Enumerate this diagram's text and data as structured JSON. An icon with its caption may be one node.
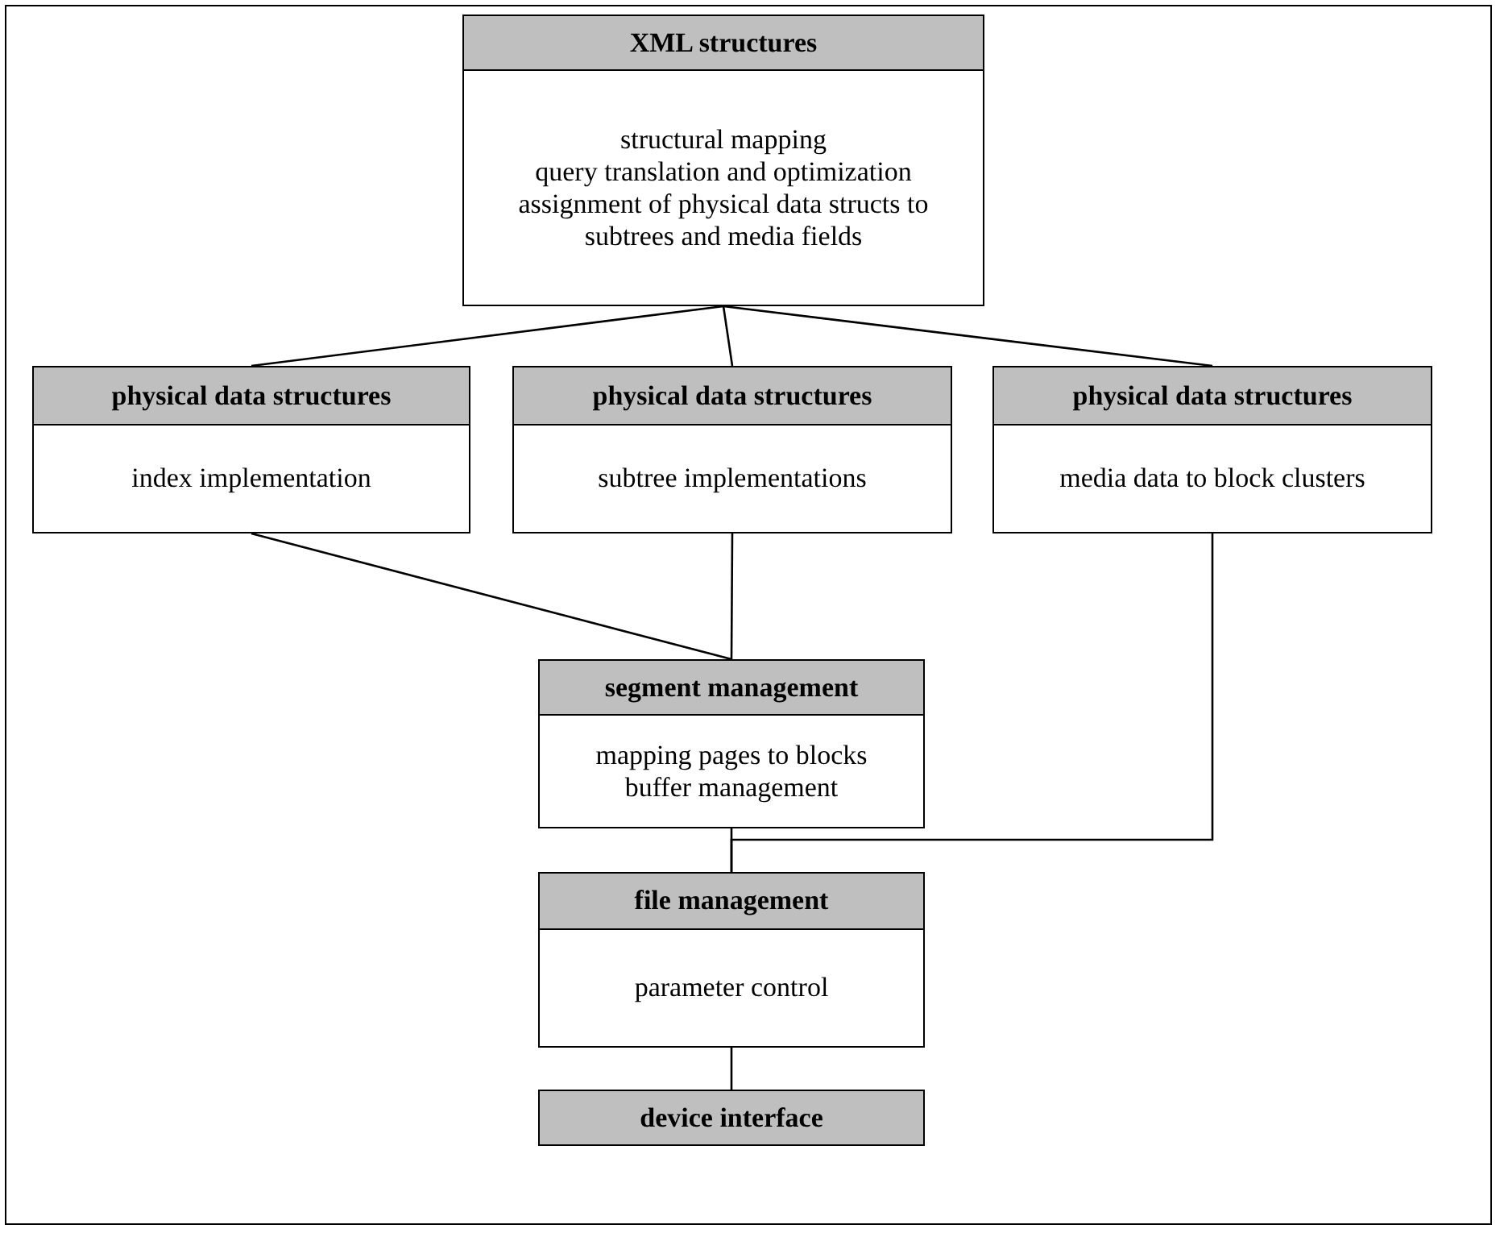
{
  "diagram": {
    "nodes": [
      {
        "text": [
          "XML structures",
          "structural mapping",
          "query translation and optimization",
          "assignment of physical data structs to subtrees and media fields"
        ]
      },
      {
        "text": [
          "physical data structures",
          "index implementation"
        ]
      },
      {
        "text": [
          "physical data structures",
          "subtree implementations"
        ]
      },
      {
        "text": [
          "physical data structures",
          "media data to block clusters"
        ]
      },
      {
        "text": [
          "segment management",
          "mapping pages to blocks",
          "buffer management"
        ]
      },
      {
        "text": [
          "file management",
          "parameter control"
        ]
      },
      {
        "text": [
          "device interface"
        ]
      }
    ],
    "edges": [
      {
        "from": 0,
        "to": 1,
        "arrow": "none"
      },
      {
        "from": 0,
        "to": 2,
        "arrow": "none"
      },
      {
        "from": 0,
        "to": 3,
        "arrow": "none"
      },
      {
        "from": 1,
        "to": 4,
        "arrow": "none"
      },
      {
        "from": 2,
        "to": 4,
        "arrow": "none"
      },
      {
        "from": 4,
        "to": 5,
        "arrow": "none"
      },
      {
        "from": 3,
        "to": 5,
        "arrow": "none"
      },
      {
        "from": 5,
        "to": 6,
        "arrow": "none"
      }
    ]
  }
}
